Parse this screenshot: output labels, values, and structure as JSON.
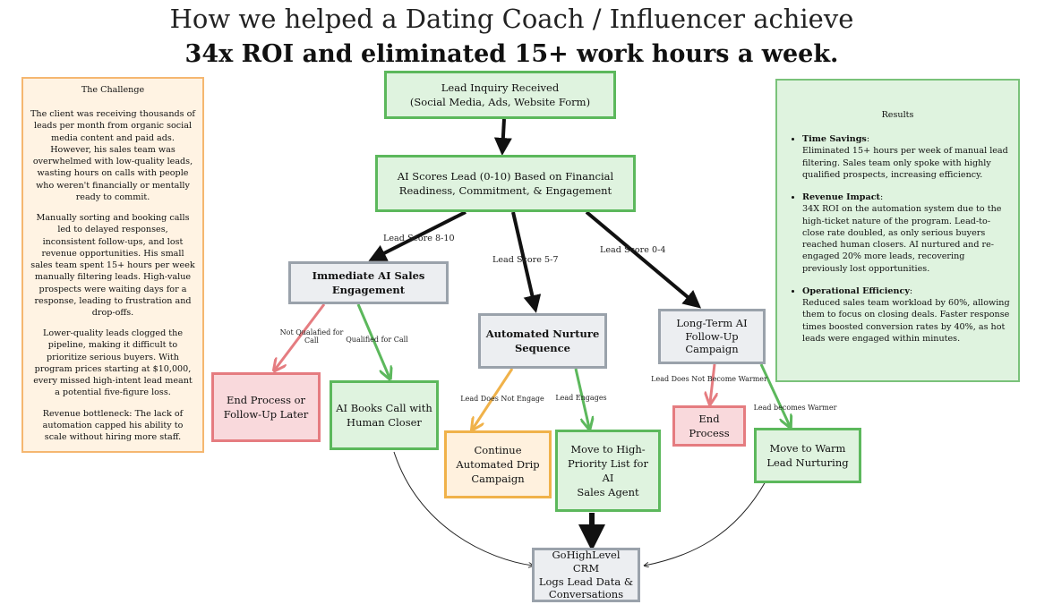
{
  "title": {
    "line1": "How we helped a Dating Coach / Influencer achieve",
    "line2": "34x ROI and eliminated 15+ work hours a week."
  },
  "challenge": {
    "heading": "The Challenge",
    "paragraphs": [
      "The client was receiving thousands of leads per month from organic social media content and paid ads. However, his sales team was overwhelmed with low-quality leads, wasting hours on calls with people who weren't financially or mentally ready to commit.",
      "Manually sorting and booking calls led to delayed responses, inconsistent follow-ups, and lost revenue opportunities. His small sales team spent 15+ hours per week manually filtering leads. High-value prospects were waiting days for a response, leading to frustration and drop-offs.",
      "Lower-quality leads clogged the pipeline, making it difficult to prioritize serious buyers. With program prices starting at $10,000, every missed high-intent lead meant a potential five-figure loss.",
      "Revenue bottleneck: The lack of automation capped his ability to scale without hiring more staff."
    ]
  },
  "results": {
    "heading": "Results",
    "items": [
      {
        "label": "Time Savings",
        "text": "Eliminated 15+ hours per week of manual lead filtering. Sales team only spoke with highly qualified prospects, increasing efficiency."
      },
      {
        "label": "Revenue Impact",
        "text": " 34X ROI on the automation system due to the high-ticket nature of the program. Lead-to-close rate doubled, as only serious buyers reached human closers. AI nurtured and re-engaged 20% more leads, recovering previously lost opportunities."
      },
      {
        "label": "Operational Efficiency",
        "text": "Reduced sales team workload by 60%, allowing them to focus on closing deals. Faster response times boosted conversion rates by 40%, as hot leads were engaged within minutes."
      }
    ]
  },
  "nodes": {
    "lead_inquiry": "Lead Inquiry Received\n(Social Media, Ads, Website Form)",
    "ai_scores": "AI Scores Lead (0-10) Based on Financial\nReadiness, Commitment, & Engagement",
    "immediate": "Immediate AI Sales\nEngagement",
    "nurture": "Automated Nurture\nSequence",
    "long_term": "Long-Term AI\nFollow-Up\nCampaign",
    "end_process_later": "End Process or\nFollow-Up Later",
    "books_call": "AI Books Call with\nHuman Closer",
    "continue_drip": "Continue\nAutomated Drip\nCampaign",
    "high_priority": "Move to High-\nPriority List for AI\nSales Agent",
    "end_process": "End\nProcess",
    "warm": "Move to Warm\nLead Nurturing",
    "crm": "GoHighLevel CRM\nLogs Lead Data &\nConversations"
  },
  "edge_labels": {
    "score_high": "Lead Score 8-10",
    "score_mid": "Lead Score 5-7",
    "score_low": "Lead Score 0-4",
    "not_qualified": "Not Qualafied for\nCall",
    "qualified": "Qualified for Call",
    "not_engage": "Lead Does Not Engage",
    "engages": "Lead Engages",
    "not_warmer": "Lead Does Not Become Warmer",
    "warmer": "Lead becomes Warmer"
  },
  "colors": {
    "green_fill": "#dff3df",
    "green_border": "#5cb85c",
    "gray_fill": "#eceef1",
    "gray_border": "#9aa2ab",
    "red_fill": "#f9d9dc",
    "red_border": "#e57c80",
    "orange_fill": "#fff1de",
    "orange_border": "#f0b24a"
  }
}
